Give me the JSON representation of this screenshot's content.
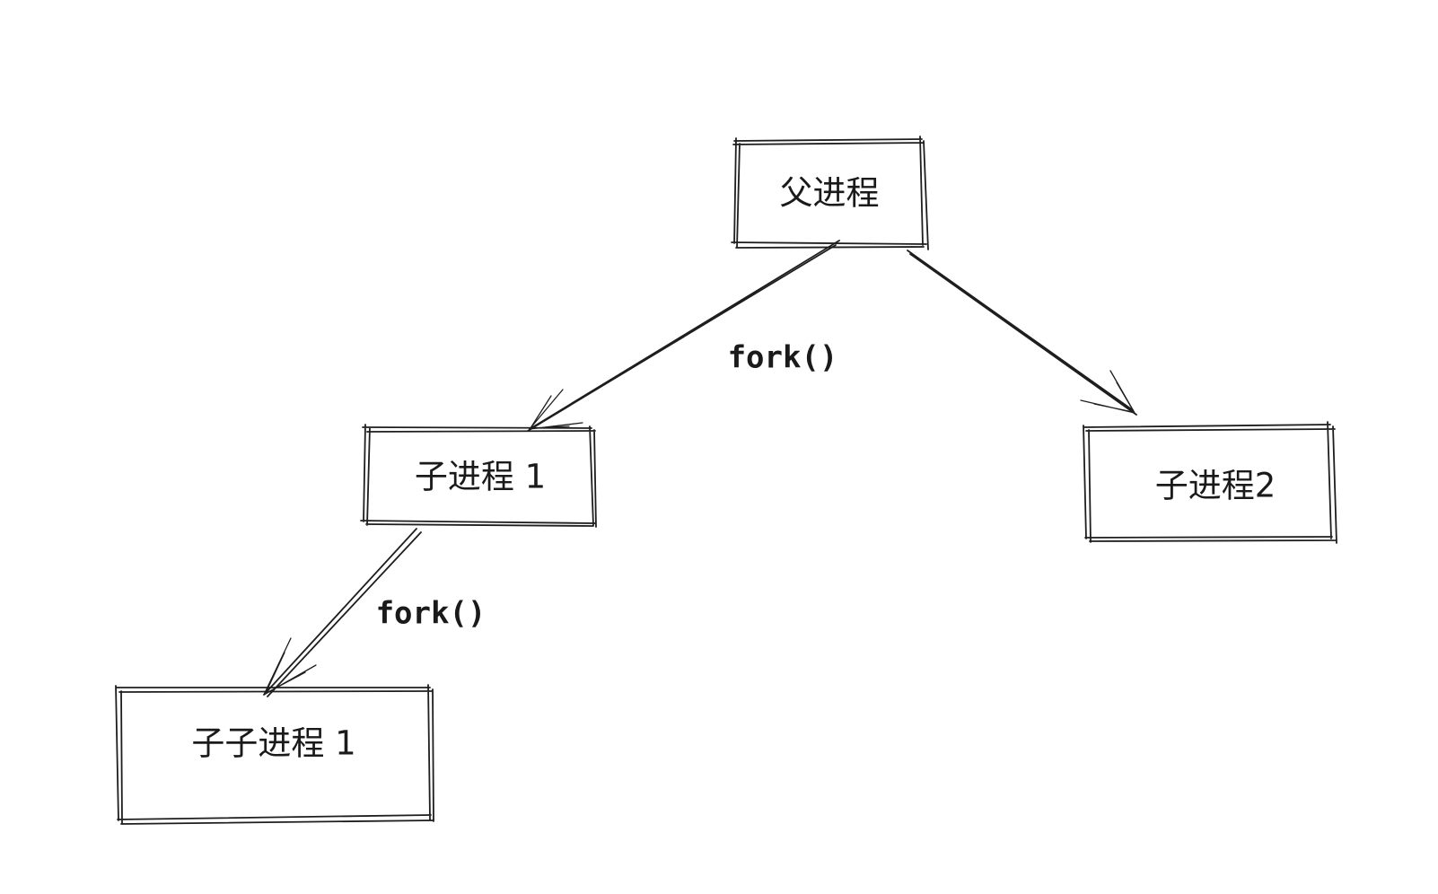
{
  "nodes": {
    "parent": {
      "label": "父进程"
    },
    "child1": {
      "label": "子进程 1"
    },
    "child2": {
      "label": "子进程2"
    },
    "grandchild1": {
      "label": "子子进程 1"
    }
  },
  "edges": {
    "parent_to_child1": {
      "label": "fork()"
    },
    "child1_to_grandchild1": {
      "label": "fork()"
    },
    "parent_to_child2": {
      "label": ""
    }
  }
}
